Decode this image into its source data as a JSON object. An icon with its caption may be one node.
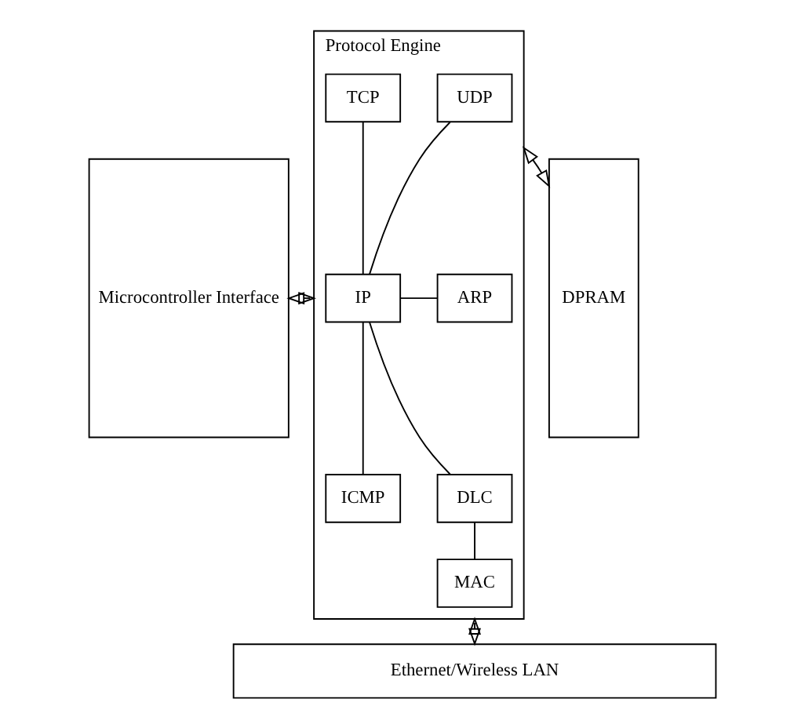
{
  "diagram": {
    "nodes": [
      {
        "text": [
          "Microcontroller Interface"
        ]
      },
      {
        "text": [
          "Protocol Engine"
        ]
      },
      {
        "text": [
          "ICMP"
        ],
        "in": 1
      },
      {
        "text": [
          "TCP"
        ],
        "in": 1
      },
      {
        "text": [
          "UDP"
        ],
        "in": 1
      },
      {
        "text": [
          "IP"
        ],
        "in": 1
      },
      {
        "text": [
          "ARP"
        ],
        "in": 1
      },
      {
        "text": [
          "DLC"
        ],
        "in": 1
      },
      {
        "text": [
          "MAC"
        ],
        "in": 1
      },
      {
        "text": [
          "DPRAM"
        ]
      },
      {
        "text": [
          "Ethernet/Wireless LAN"
        ]
      }
    ],
    "edges": [
      {
        "from": 0,
        "to": 1,
        "arrow": "both"
      },
      {
        "from": 1,
        "to": 9,
        "arrow": "both"
      },
      {
        "from": 1,
        "to": 10,
        "arrow": "both"
      },
      {
        "from": 2,
        "to": 5,
        "arrow": "none"
      },
      {
        "from": 3,
        "to": 5,
        "arrow": "none"
      },
      {
        "from": 4,
        "to": 5,
        "arrow": "none"
      },
      {
        "from": 5,
        "to": 6,
        "arrow": "none"
      },
      {
        "from": 5,
        "to": 7,
        "arrow": "none"
      },
      {
        "from": 7,
        "to": 8,
        "arrow": "none"
      }
    ]
  }
}
